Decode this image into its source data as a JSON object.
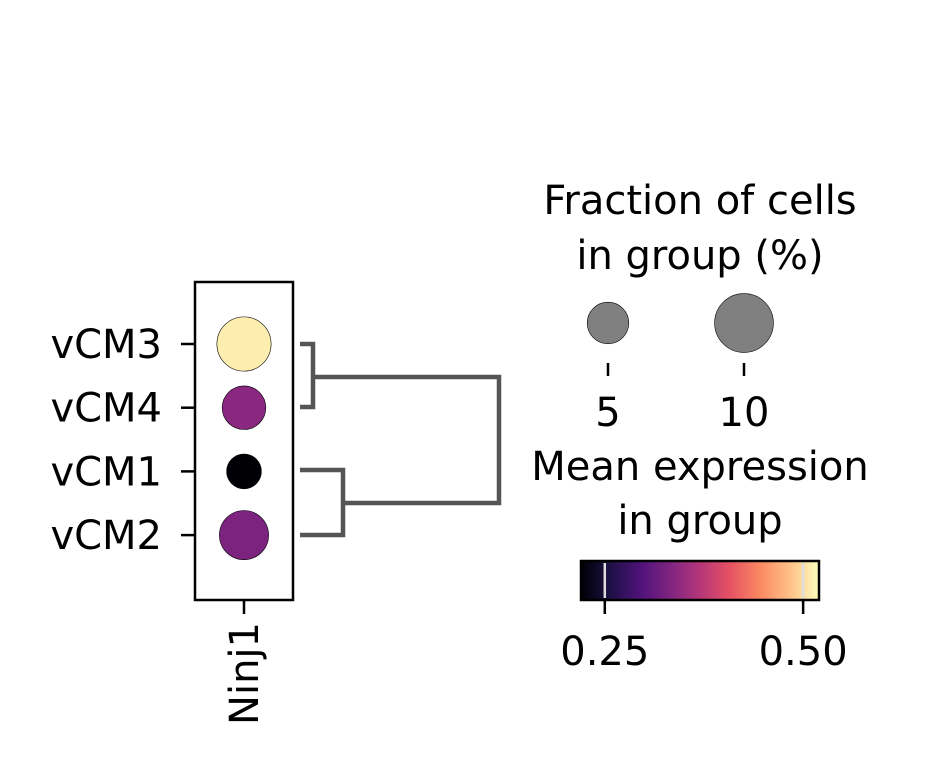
{
  "chart_data": {
    "type": "dotplot",
    "genes": [
      "Ninj1"
    ],
    "groups": [
      "vCM3",
      "vCM4",
      "vCM1",
      "vCM2"
    ],
    "points": [
      {
        "group": "vCM3",
        "gene": "Ninj1",
        "fraction_pct": 8.5,
        "mean_expression": 0.51
      },
      {
        "group": "vCM4",
        "gene": "Ninj1",
        "fraction_pct": 5.5,
        "mean_expression": 0.34
      },
      {
        "group": "vCM1",
        "gene": "Ninj1",
        "fraction_pct": 3.5,
        "mean_expression": 0.22
      },
      {
        "group": "vCM2",
        "gene": "Ninj1",
        "fraction_pct": 7.0,
        "mean_expression": 0.33
      }
    ],
    "dendrogram": "((vCM3,vCM4),(vCM1,vCM2))",
    "size_legend": {
      "title_line1": "Fraction of cells",
      "title_line2": "in group (%)",
      "values": [
        5,
        10
      ],
      "labels": [
        "5",
        "10"
      ],
      "color": "#808080"
    },
    "color_legend": {
      "title_line1": "Mean expression",
      "title_line2": "in group",
      "colormap": "magma",
      "range": [
        0.22,
        0.52
      ],
      "ticks": [
        0.25,
        0.5
      ],
      "tick_labels": [
        "0.25",
        "0.50"
      ]
    },
    "colors": {
      "axis": "#000000",
      "dendrogram": "#555555",
      "size_legend_dot": "#808080"
    }
  }
}
